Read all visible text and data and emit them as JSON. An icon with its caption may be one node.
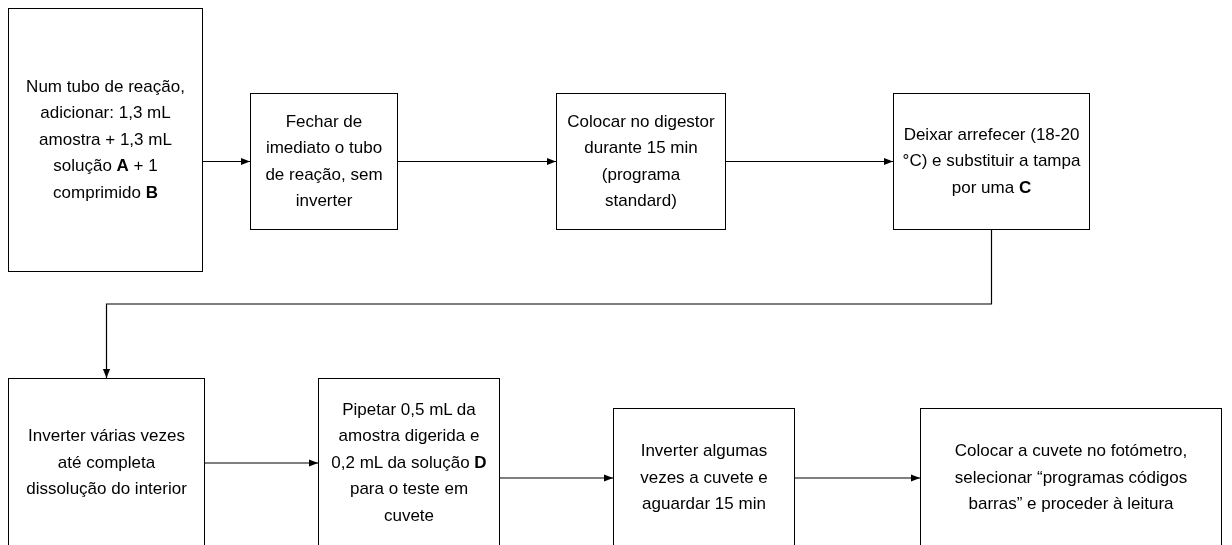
{
  "diagram": {
    "nodes": [
      {
        "text": [
          "Num tubo de reação, adicionar: 1,3 mL amostra + 1,3 mL solução **A** + 1 comprimido **B**"
        ]
      },
      {
        "text": [
          "Fechar de imediato o tubo de reação, sem inverter"
        ]
      },
      {
        "text": [
          "Colocar no digestor durante 15 min (programa standard)"
        ]
      },
      {
        "text": [
          "Deixar arrefecer (18-20 °C) e substituir a tampa por uma **C**"
        ]
      },
      {
        "text": [
          "Inverter várias vezes até completa dissolução do interior"
        ]
      },
      {
        "text": [
          "Pipetar 0,5 mL da amostra digerida e 0,2 mL da solução **D** para o teste em cuvete"
        ]
      },
      {
        "text": [
          "Inverter algumas vezes a cuvete e aguardar 15 min"
        ]
      },
      {
        "text": [
          "Colocar a cuvete no fotómetro, selecionar “programas códigos barras” e proceder à leitura"
        ]
      }
    ],
    "edges": [
      {
        "from": 0,
        "to": 1,
        "arrow": "to"
      },
      {
        "from": 1,
        "to": 2,
        "arrow": "to"
      },
      {
        "from": 2,
        "to": 3,
        "arrow": "to"
      },
      {
        "from": 3,
        "to": 4,
        "arrow": "to"
      },
      {
        "from": 4,
        "to": 5,
        "arrow": "to"
      },
      {
        "from": 5,
        "to": 6,
        "arrow": "to"
      },
      {
        "from": 6,
        "to": 7,
        "arrow": "to"
      }
    ]
  }
}
